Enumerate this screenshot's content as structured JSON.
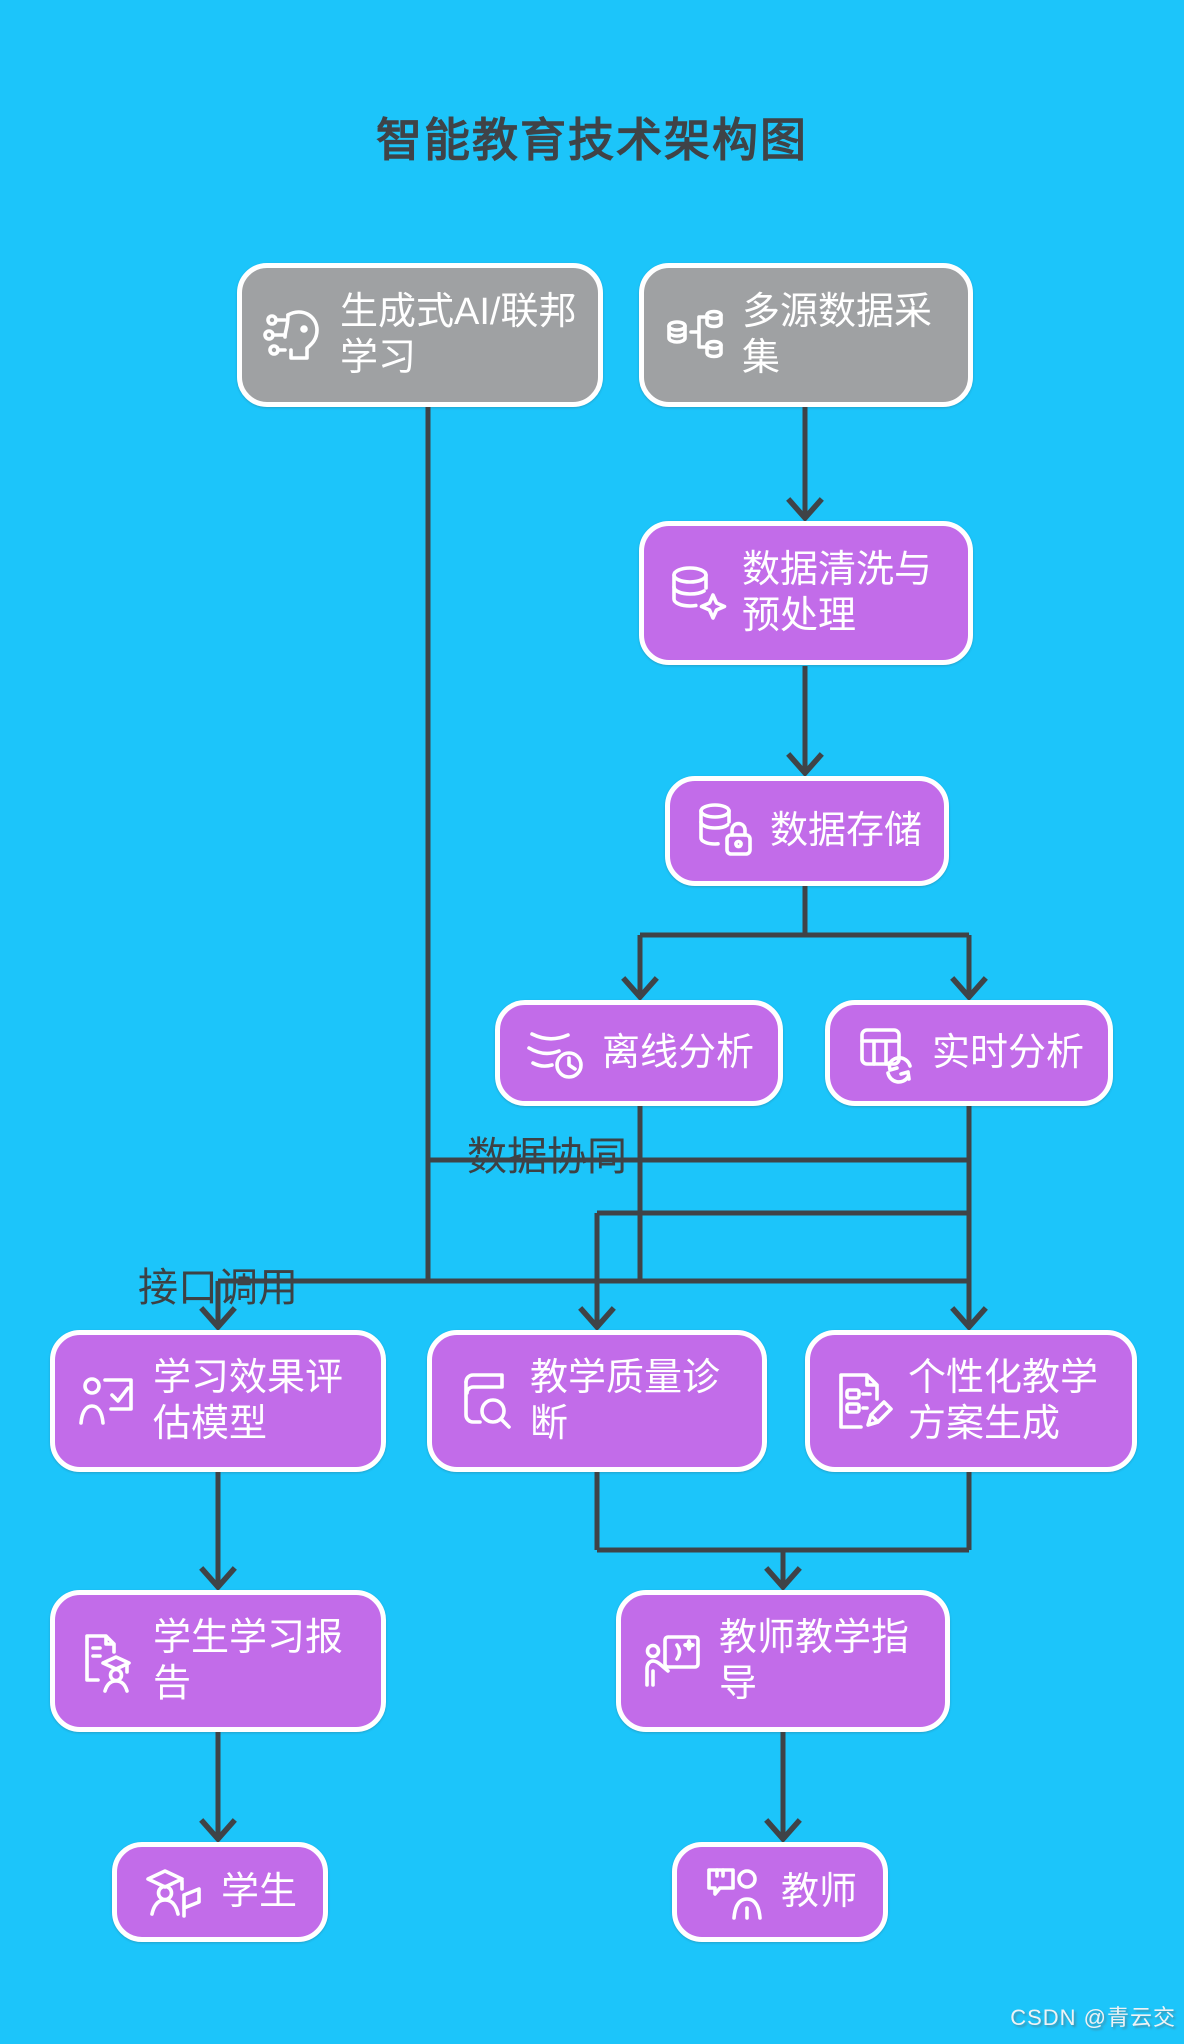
{
  "title": "智能教育技术架构图",
  "palette": {
    "background": "#1CC5FA",
    "node_purple": "#C26CE9",
    "node_gray": "#9FA1A3",
    "node_border": "#FFFFFF",
    "node_text": "#FFFFFF",
    "edge_line": "#3F4347",
    "title_text": "#3F4347",
    "edge_label_text": "#3D4144"
  },
  "nodes": {
    "generative_ai": {
      "label": "生成式AI/联邦学习",
      "icon": "ai-head-circuit-icon"
    },
    "multi_source": {
      "label": "多源数据采集",
      "icon": "multi-source-data-icon"
    },
    "data_cleaning": {
      "label": "数据清洗与预处理",
      "icon": "database-sparkle-icon"
    },
    "data_storage": {
      "label": "数据存储",
      "icon": "database-lock-icon"
    },
    "offline_analysis": {
      "label": "离线分析",
      "icon": "wind-clock-icon"
    },
    "realtime_analysis": {
      "label": "实时分析",
      "icon": "table-refresh-icon"
    },
    "evaluation_model": {
      "label": "学习效果评估模型",
      "icon": "person-checklist-icon"
    },
    "quality_diagnosis": {
      "label": "教学质量诊断",
      "icon": "book-magnifier-icon"
    },
    "personalized_plan": {
      "label": "个性化教学方案生成",
      "icon": "document-pencil-icon"
    },
    "student_report": {
      "label": "学生学习报告",
      "icon": "document-graduate-icon"
    },
    "teacher_guidance": {
      "label": "教师教学指导",
      "icon": "teacher-whiteboard-icon"
    },
    "student": {
      "label": "学生",
      "icon": "graduate-flag-icon"
    },
    "teacher": {
      "label": "教师",
      "icon": "person-board-icon"
    }
  },
  "edge_labels": {
    "data_collaboration": "数据协同",
    "interface_call": "接口调用"
  },
  "watermark": "CSDN @青云交"
}
